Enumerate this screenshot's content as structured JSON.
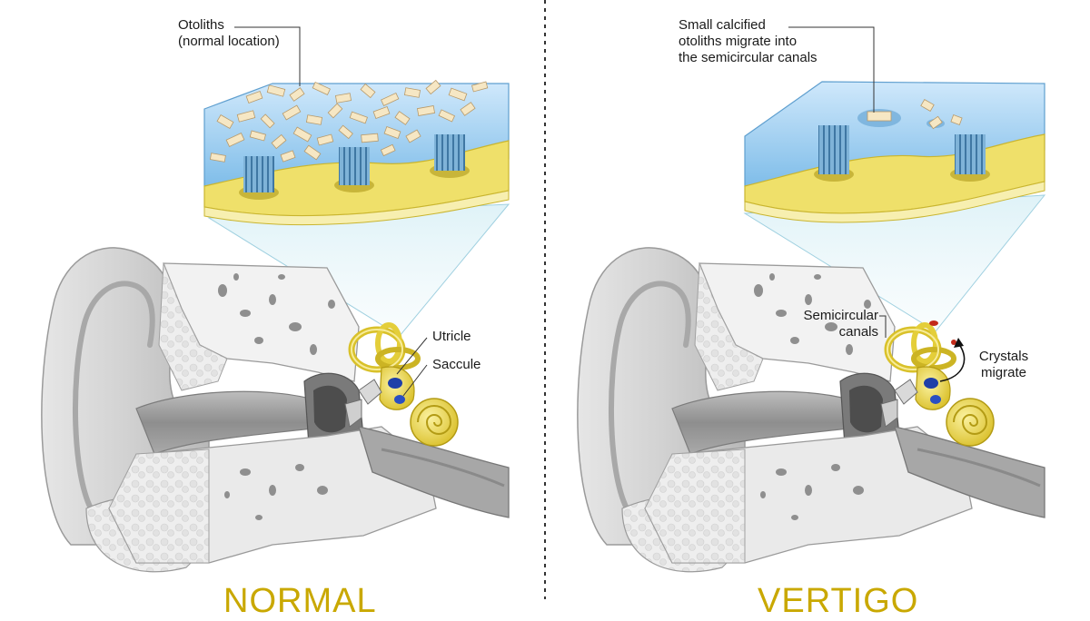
{
  "panels": {
    "normal": {
      "caption": "NORMAL",
      "labels": {
        "otoliths": [
          "Otoliths",
          "(normal location)"
        ],
        "utricle": "Utricle",
        "saccule": "Saccule"
      }
    },
    "vertigo": {
      "caption": "VERTIGO",
      "labels": {
        "calcified": [
          "Small calcified",
          "otoliths migrate into",
          "the semicircular canals"
        ],
        "canals": [
          "Semicircular",
          "canals"
        ],
        "crystals": [
          "Crystals",
          "migrate"
        ]
      }
    }
  },
  "colors": {
    "caption": "#c9a800",
    "fluid_blue": "#8ec9ef",
    "membrane_yellow": "#f0e06a",
    "hair_cell_blue": "#6fa8cf",
    "otolith": "#f6e7c4",
    "ear_gray": "#c8c8c8",
    "inner_ear_gold": "#e6cf3a",
    "divider": "#333333"
  }
}
